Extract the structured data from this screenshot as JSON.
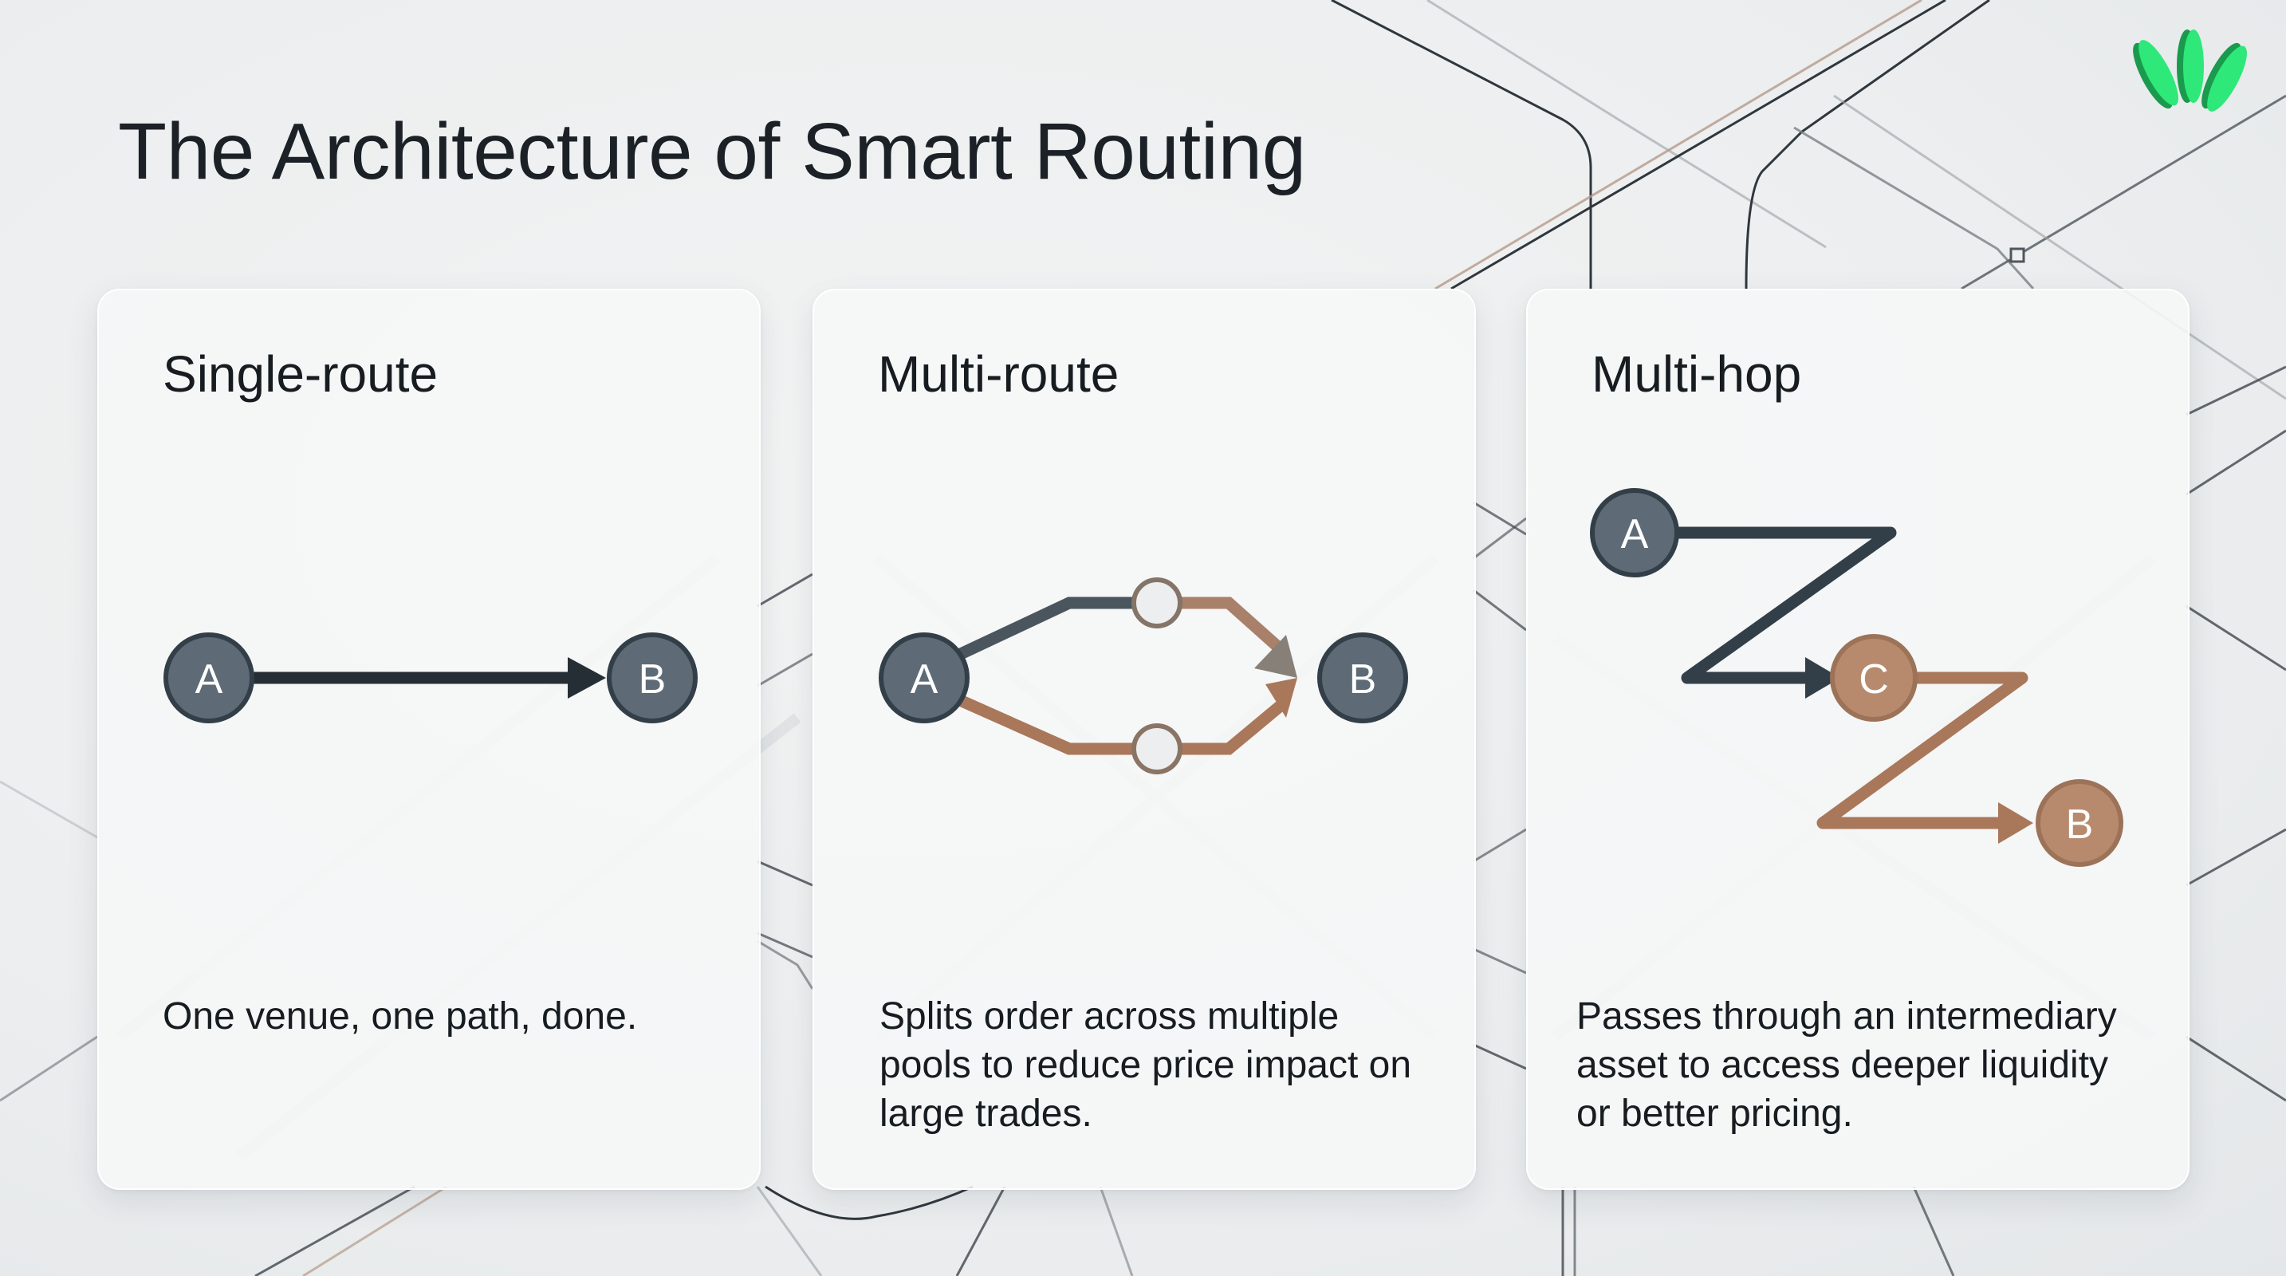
{
  "header": {
    "title": "The Architecture of Smart Routing"
  },
  "brand": {
    "logo_icon": "green-three-leaf-logo-icon",
    "colors": {
      "light_green": "#2ee87a",
      "dark_green": "#1a9a4c"
    }
  },
  "colors": {
    "dark_route": "#333f48",
    "node_dark_fill": "#5e6b76",
    "copper_route": "#a9775a",
    "node_copper_fill": "#b88a6d",
    "text": "#161c20"
  },
  "cards": [
    {
      "title": "Single-route",
      "description": "One venue, one path, done.",
      "nodes": [
        {
          "label": "A"
        },
        {
          "label": "B"
        }
      ]
    },
    {
      "title": "Multi-route",
      "description": "Splits order across multiple pools to reduce price impact on large trades.",
      "nodes": [
        {
          "label": "A"
        },
        {
          "label": "B"
        }
      ],
      "intermediate_pools": 2
    },
    {
      "title": "Multi-hop",
      "description": "Passes through an intermediary asset to access deeper liquidity or better pricing.",
      "nodes": [
        {
          "label": "A"
        },
        {
          "label": "C"
        },
        {
          "label": "B"
        }
      ]
    }
  ]
}
